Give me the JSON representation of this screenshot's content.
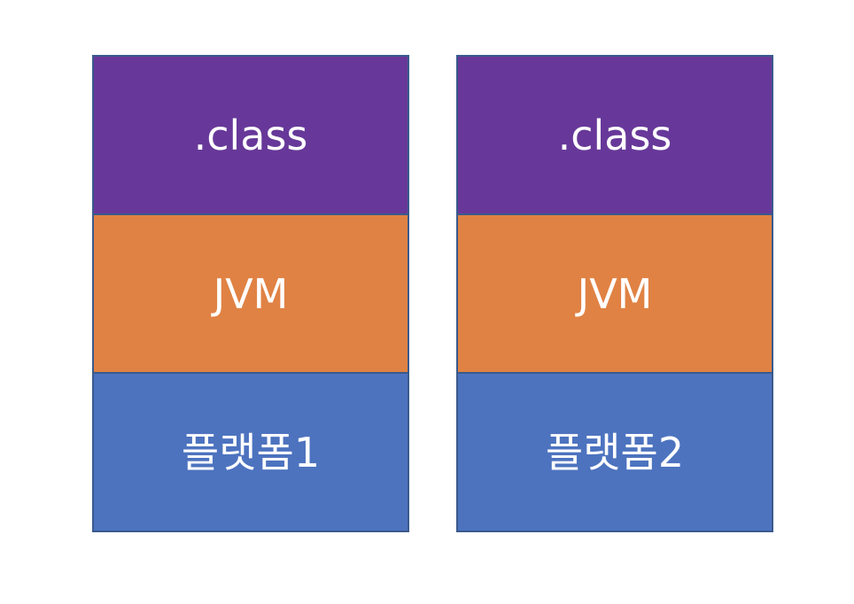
{
  "colors": {
    "class_layer": "#673899",
    "jvm_layer": "#e08244",
    "platform_layer": "#4d73bf",
    "border": "#3a5a8c",
    "text": "#ffffff"
  },
  "stacks": [
    {
      "layers": [
        {
          "label": ".class"
        },
        {
          "label": "JVM"
        },
        {
          "label": "플랫폼1"
        }
      ]
    },
    {
      "layers": [
        {
          "label": ".class"
        },
        {
          "label": "JVM"
        },
        {
          "label": "플랫폼2"
        }
      ]
    }
  ]
}
